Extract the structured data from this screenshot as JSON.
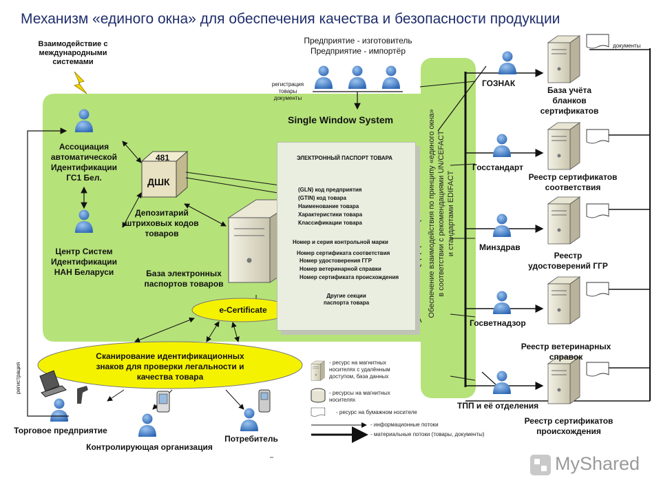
{
  "title": "Механизм «единого окна» для обеспечения качества и безопасности продукции",
  "system_name": "Single Window System",
  "enterprise_lines": [
    "Предприятие - изготовитель",
    "Предприятие - импортёр"
  ],
  "registration_note_lines": [
    "регистрация",
    "товары",
    "документы"
  ],
  "international_lines": [
    "Взаимодействие с",
    "международными",
    "системами"
  ],
  "association_lines": [
    "Ассоциация",
    "автоматической",
    "Идентификации",
    "ГС1 Бел."
  ],
  "center_lines": [
    "Центр Систем",
    "Идентификации",
    "НАН Беларуси"
  ],
  "depository": {
    "code": "481",
    "label": "ДШК"
  },
  "depository_lines": [
    "Депозитарий",
    "штриховых кодов",
    "товаров"
  ],
  "passport_db_lines": [
    "База электронных",
    "паспортов товаров"
  ],
  "ecert_label": "e-Certificate",
  "scan_lines": [
    "Сканирование идентификационных",
    "знаков для проверки легальности и",
    "качества товара"
  ],
  "registration_vertical": "регистрация",
  "bottom_actors": {
    "trade": "Торговое предприятие",
    "control": "Контролирующая организация",
    "consumer": "Потребитель"
  },
  "passport": {
    "header": "ЭЛЕКТРОННЫЙ ПАСПОРТ ТОВАРА",
    "fields": [
      "(GLN) код предприятия",
      "(GTIN) код товара",
      "Наименование товара",
      "Характеристики товара",
      "Классификации товара",
      "Номер  и серия контрольной марки",
      "Номер сертификата соответствия",
      "Номер удостоверения ГГР",
      "Номер ветеринарной справки",
      "Номер сертификата происхождения"
    ],
    "other_lines": [
      "Другие секции",
      "паспорта товара"
    ]
  },
  "vertical_text_lines": [
    "Обеспечение взаимодействия по принципу «единого окна»",
    "в соответствии с рекомендациями UN/CEFACT",
    "и стандартами EDIFACT"
  ],
  "agencies": [
    {
      "name": "ГОЗНАК",
      "db_lines": [
        "База учёта",
        "бланков",
        "сертификатов"
      ]
    },
    {
      "name": "Госстандарт",
      "db_lines": [
        "Реестр сертификатов",
        "соответствия"
      ]
    },
    {
      "name": "Минздрав",
      "db_lines": [
        "Реестр",
        "удостоверений ГГР"
      ]
    },
    {
      "name": "Госветнадзор",
      "db_lines": [
        "Реестр ветеринарных",
        "справок"
      ]
    },
    {
      "name": "ТПП и её отделения",
      "db_lines": [
        "Реестр сертификатов",
        "происхождения"
      ]
    }
  ],
  "documents_label": "документы",
  "legend": {
    "server_lines": [
      "- ресурс на магнитных",
      "носителях с удалённым",
      "доступом, база данных"
    ],
    "disk_lines": [
      "- ресурсы на магнитных",
      "носителях"
    ],
    "paper": "- ресурс на бумажном носителе",
    "info": "- информационные потоки",
    "material": "- материальные потоки (товары, документы)"
  },
  "watermark": "MyShared",
  "colors": {
    "green": "#b6e27a",
    "title": "#1f2d6b",
    "person": "#3d7cc9",
    "ellipse": "#f5f200"
  }
}
